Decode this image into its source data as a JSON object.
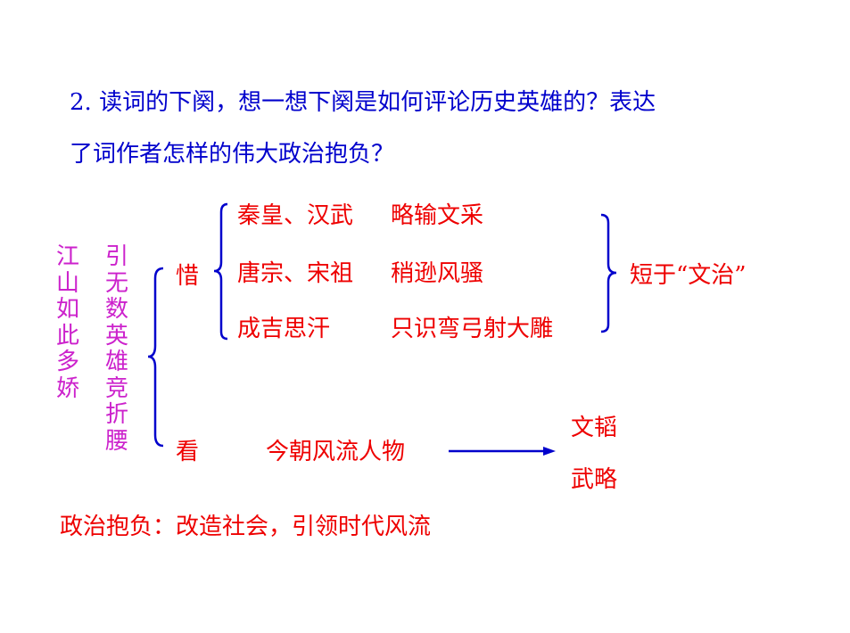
{
  "question": {
    "line1": "2. 读词的下阕，想一想下阕是如何评论历史英雄的？表达",
    "line2": "了词作者怎样的伟大政治抱负？"
  },
  "diagram": {
    "col1_vertical": "江山如此多娇",
    "col2_vertical": "引无数英雄竞折腰",
    "branch_xi": "惜",
    "branch_kan": "看",
    "xi_items": [
      {
        "emperors": "秦皇、汉武",
        "comment": "略输文采"
      },
      {
        "emperors": "唐宗、宋祖",
        "comment": "稍逊风骚"
      },
      {
        "emperors": "成吉思汗",
        "comment": "只识弯弓射大雕"
      }
    ],
    "xi_summary": "短于“文治”",
    "kan_item": "今朝风流人物",
    "kan_result": [
      "文韬",
      "武略"
    ]
  },
  "conclusion": "政治抱负：改造社会，引领时代风流",
  "colors": {
    "question": "#0000cc",
    "answer": "#ee0000",
    "vertical": "#cc22cc",
    "brace": "#0000cc"
  }
}
